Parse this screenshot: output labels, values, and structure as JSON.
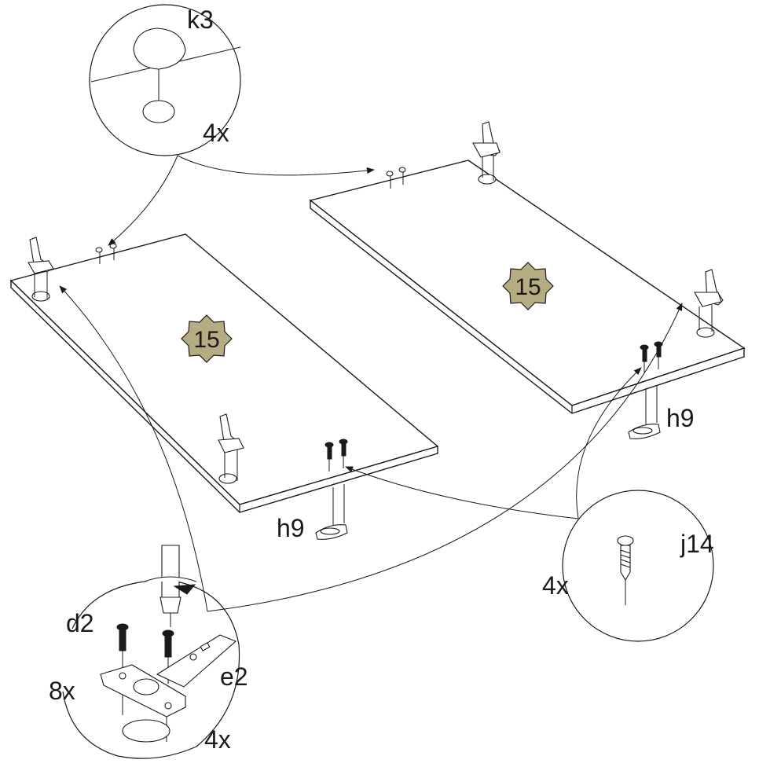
{
  "callouts": {
    "k3": {
      "part": "k3",
      "qty": "4x"
    },
    "j14": {
      "part": "j14",
      "qty": "4x"
    },
    "hinge": {
      "part_screw": "d2",
      "qty_screw": "8x",
      "part_hinge": "e2",
      "qty_hinge": "4x"
    }
  },
  "panels": {
    "left": {
      "badge": "15",
      "foot_label": "h9"
    },
    "right": {
      "badge": "15",
      "foot_label": "h9"
    }
  },
  "colors": {
    "badge_fill": "#b5ac82",
    "line": "#1a1a1a"
  }
}
